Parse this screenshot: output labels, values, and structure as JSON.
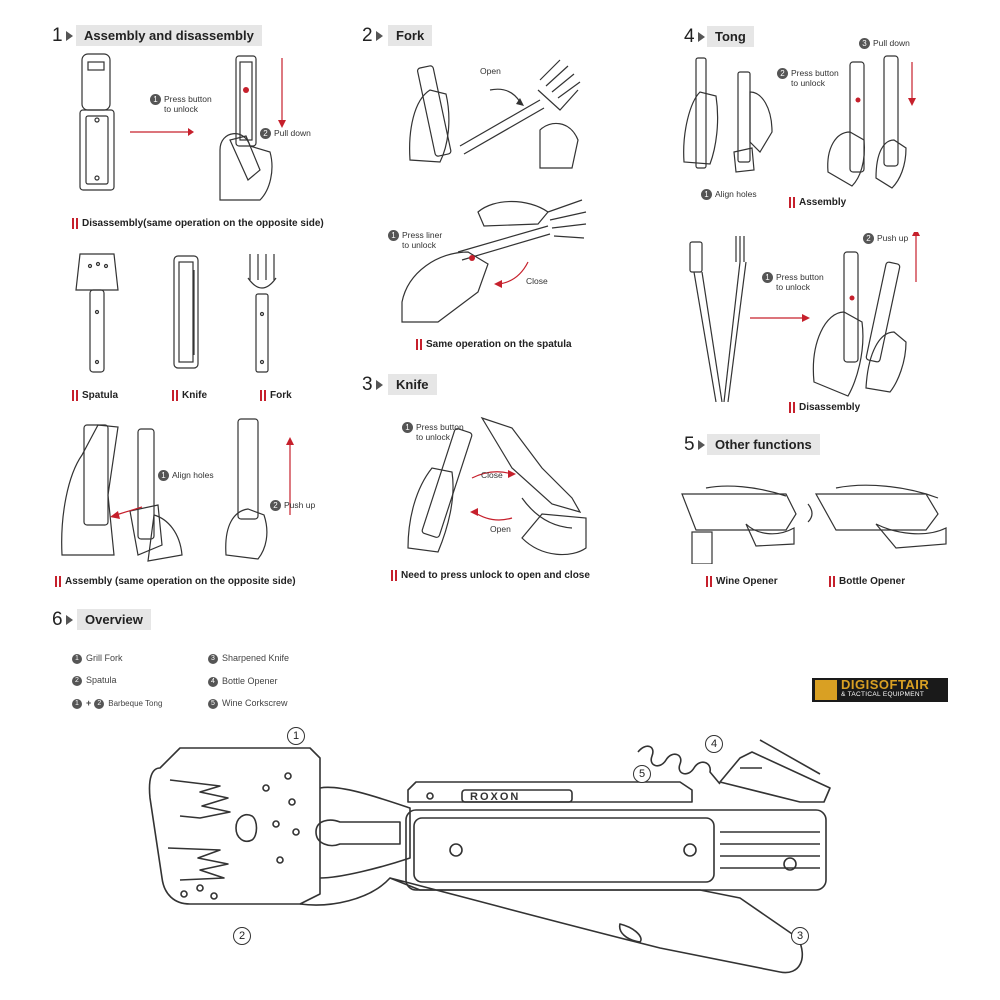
{
  "sections": [
    {
      "num": "1",
      "title": "Assembly and disassembly"
    },
    {
      "num": "2",
      "title": "Fork"
    },
    {
      "num": "3",
      "title": "Knife"
    },
    {
      "num": "4",
      "title": "Tong"
    },
    {
      "num": "5",
      "title": "Other functions"
    },
    {
      "num": "6",
      "title": "Overview"
    }
  ],
  "s1": {
    "press_button": "Press button\nto unlock",
    "press_num": "1",
    "pull_down": "Pull down",
    "pull_num": "2",
    "disassembly_caption": "Disassembly(same operation on the opposite side)",
    "spatula": "Spatula",
    "knife": "Knife",
    "fork": "Fork",
    "align_holes": "Align holes",
    "align_num": "1",
    "push_up": "Push up",
    "push_num": "2",
    "assembly_caption": "Assembly (same operation on the opposite side)"
  },
  "s2": {
    "open": "Open",
    "press_liner": "Press liner\nto unlock",
    "press_num": "1",
    "close": "Close",
    "caption": "Same operation on the spatula"
  },
  "s3": {
    "press_button": "Press button\nto unlock",
    "press_num": "1",
    "close": "Close",
    "open": "Open",
    "caption": "Need to press unlock to open and close"
  },
  "s4": {
    "align_holes": "Align holes",
    "align_num": "1",
    "press_button": "Press button\nto unlock",
    "press_num": "2",
    "pull_down": "Pull down",
    "pull_num": "3",
    "assembly_caption": "Assembly",
    "press_button2": "Press button\nto unlock",
    "press2_num": "1",
    "push_up": "Push up",
    "push_num": "2",
    "disassembly_caption": "Disassembly"
  },
  "s5": {
    "wine": "Wine Opener",
    "bottle": "Bottle Opener"
  },
  "s6": {
    "items": [
      {
        "num": "1",
        "label": "Grill Fork"
      },
      {
        "num": "2",
        "label": "Spatula"
      },
      {
        "num": "1",
        "num2": "2",
        "plus": "+",
        "label": "Barbeque Tong"
      },
      {
        "num": "3",
        "label": "Sharpened Knife"
      },
      {
        "num": "4",
        "label": "Bottle Opener"
      },
      {
        "num": "5",
        "label": "Wine Corkscrew"
      }
    ],
    "callouts": [
      "1",
      "2",
      "3",
      "4",
      "5"
    ],
    "brand_on_tool": "ROXON"
  },
  "logo": {
    "line1": "DIGISOFTAIR",
    "line2": "& TACTICAL EQUIPMENT"
  },
  "colors": {
    "accent": "#c6202c",
    "header_bg": "#e6e6e6",
    "logo_gold": "#d9a023"
  }
}
